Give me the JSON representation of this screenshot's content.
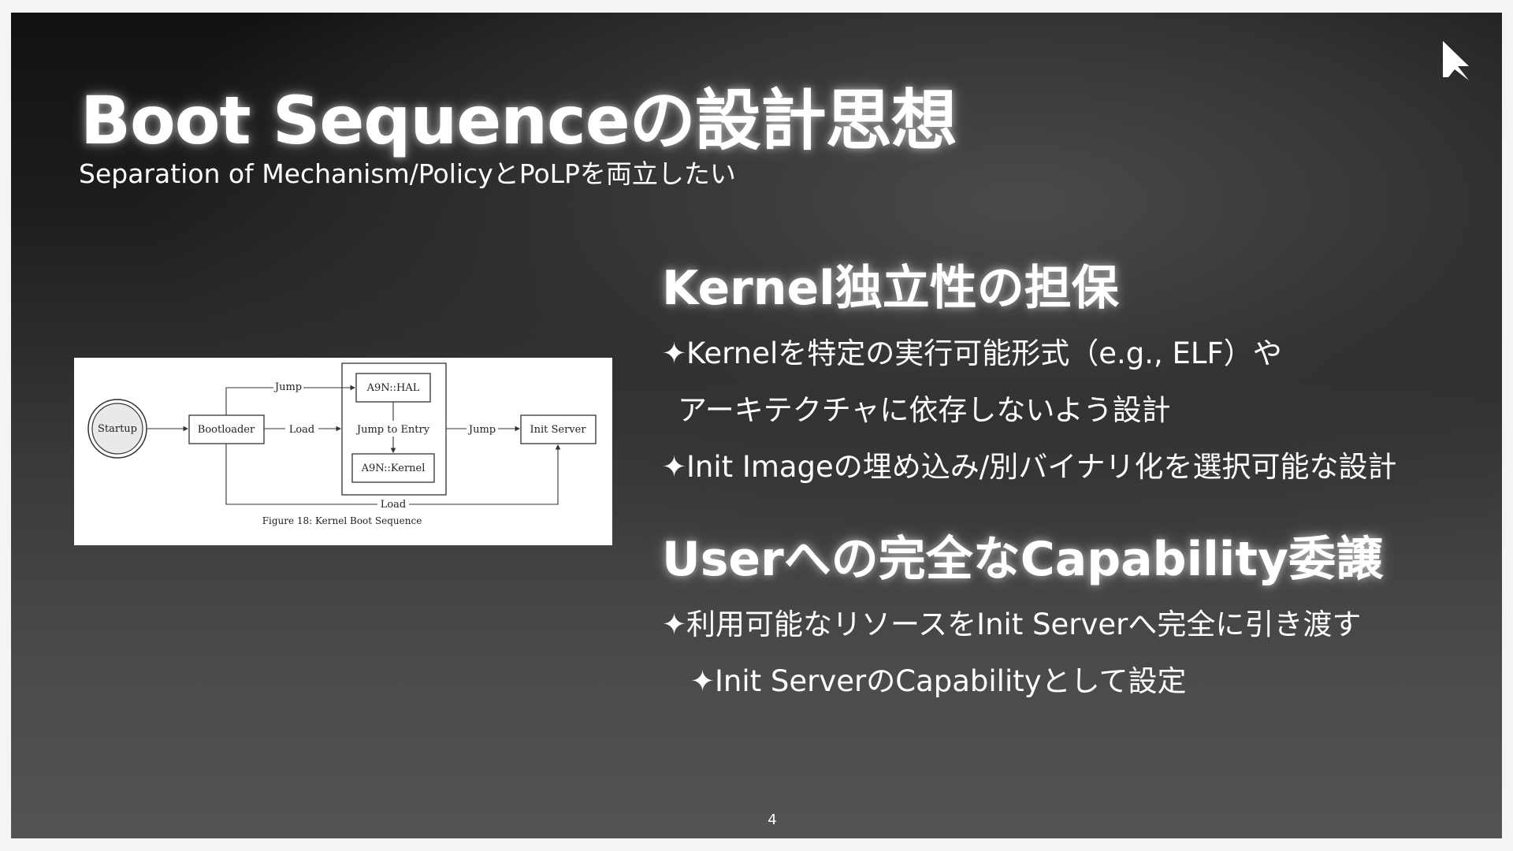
{
  "slide": {
    "title": "Boot Sequenceの設計思想",
    "subtitle": "Separation of Mechanism/PolicyとPoLPを両立したい",
    "page_number": "4",
    "logo_icon": "play-arrow-logo-icon"
  },
  "figure": {
    "caption": "Figure 18: Kernel Boot Sequence",
    "nodes": {
      "startup": "Startup",
      "bootloader": "Bootloader",
      "hal": "A9N::HAL",
      "jump_to_entry": "Jump to Entry",
      "kernel": "A9N::Kernel",
      "init_server": "Init Server"
    },
    "edges": {
      "jump_top": "Jump",
      "load_mid": "Load",
      "jump_right": "Jump",
      "load_bottom": "Load"
    }
  },
  "sections": [
    {
      "heading": "Kernel独立性の担保",
      "bullets": [
        "✦Kernelを特定の実行可能形式（e.g., ELF）や",
        "アーキテクチャに依存しないよう設計",
        "✦Init Imageの埋め込み/別バイナリ化を選択可能な設計"
      ]
    },
    {
      "heading": "Userへの完全なCapability委譲",
      "bullets": [
        "✦利用可能なリソースをInit Serverへ完全に引き渡す",
        "✦Init ServerのCapabilityとして設定"
      ]
    }
  ],
  "colors": {
    "background": "#1e1e1e",
    "text": "#ffffff",
    "figure_bg": "#ffffff"
  }
}
